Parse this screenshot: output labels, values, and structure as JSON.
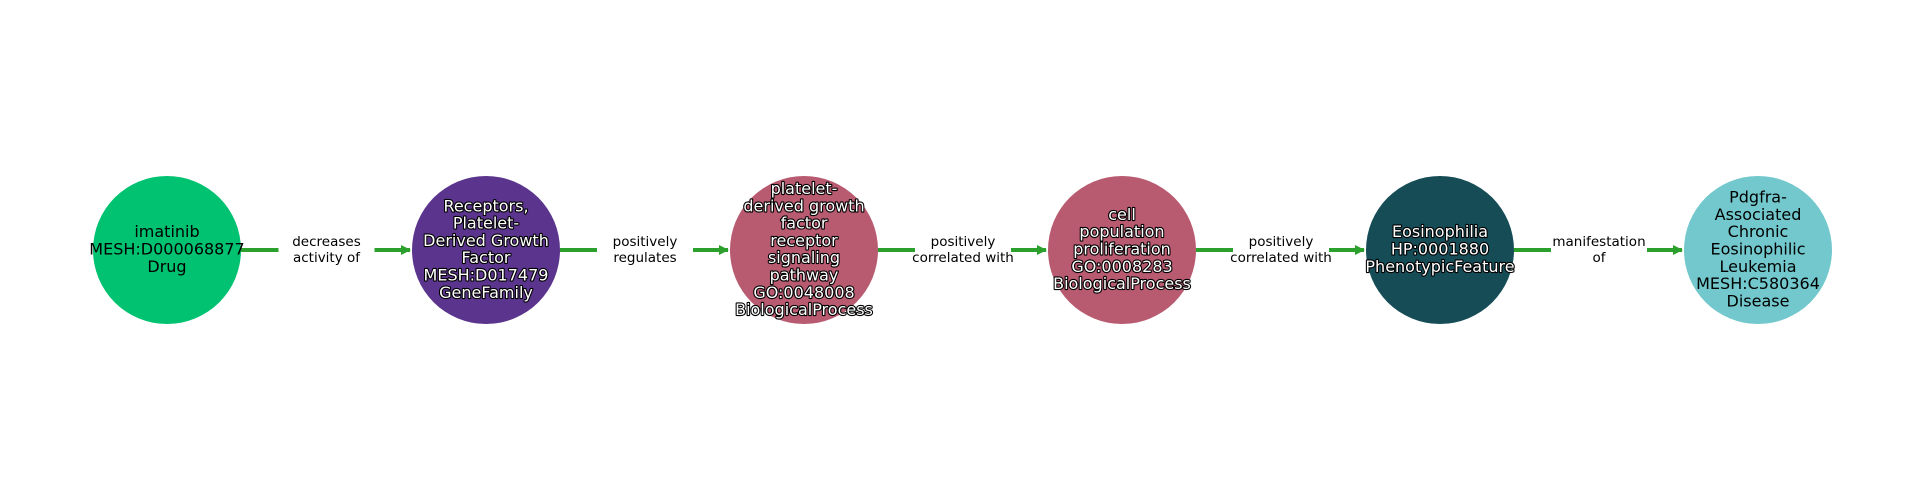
{
  "diagram": {
    "edge_color": "#2ca02c",
    "nodes": [
      {
        "id": "imatinib",
        "lines": [
          "imatinib",
          "MESH:D000068877",
          "Drug"
        ],
        "fill": "#00c270",
        "text_style": "dark"
      },
      {
        "id": "pdgf-receptors",
        "lines": [
          "Receptors,",
          "Platelet-",
          "Derived Growth",
          "Factor",
          "MESH:D017479",
          "GeneFamily"
        ],
        "fill": "#5b358d",
        "text_style": "light"
      },
      {
        "id": "pdgf-receptor-signaling",
        "lines": [
          "platelet-",
          "derived growth",
          "factor",
          "receptor",
          "signaling",
          "pathway",
          "GO:0048008",
          "BiologicalProcess"
        ],
        "fill": "#b85a70",
        "text_style": "light"
      },
      {
        "id": "cell-population-proliferation",
        "lines": [
          "cell",
          "population",
          "proliferation",
          "GO:0008283",
          "BiologicalProcess"
        ],
        "fill": "#b85a70",
        "text_style": "light"
      },
      {
        "id": "eosinophilia",
        "lines": [
          "Eosinophilia",
          "HP:0001880",
          "PhenotypicFeature"
        ],
        "fill": "#154c56",
        "text_style": "light"
      },
      {
        "id": "pdgfra-cel",
        "lines": [
          "Pdgfra-",
          "Associated",
          "Chronic",
          "Eosinophilic",
          "Leukemia",
          "MESH:C580364",
          "Disease"
        ],
        "fill": "#72c8cc",
        "text_style": "dark"
      }
    ],
    "edges": [
      {
        "from": 0,
        "to": 1,
        "lines": [
          "decreases",
          "activity of"
        ]
      },
      {
        "from": 1,
        "to": 2,
        "lines": [
          "positively",
          "regulates"
        ]
      },
      {
        "from": 2,
        "to": 3,
        "lines": [
          "positively",
          "correlated with"
        ]
      },
      {
        "from": 3,
        "to": 4,
        "lines": [
          "positively",
          "correlated with"
        ]
      },
      {
        "from": 4,
        "to": 5,
        "lines": [
          "manifestation",
          "of"
        ]
      }
    ]
  }
}
